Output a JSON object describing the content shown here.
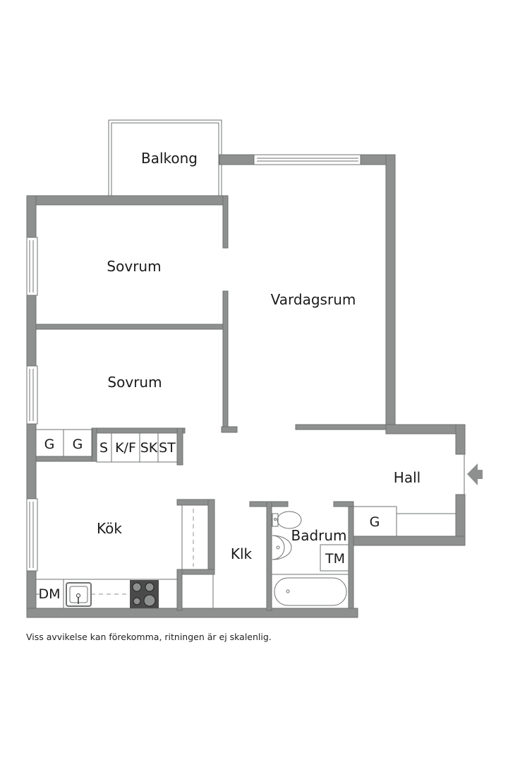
{
  "plan": {
    "rooms": {
      "balkong": "Balkong",
      "sovrum_1": "Sovrum",
      "vardagsrum": "Vardagsrum",
      "sovrum_2": "Sovrum",
      "kok": "Kök",
      "klk": "Klk",
      "badrum": "Badrum",
      "hall": "Hall"
    },
    "fixtures": {
      "garderob_1": "G",
      "garderob_2": "G",
      "garderob_hall": "G",
      "s": "S",
      "kf": "K/F",
      "sk": "SK",
      "st": "ST",
      "dm": "DM",
      "tm": "TM"
    },
    "entrance_icon": "entrance-arrow-icon",
    "colors": {
      "wall": "#8e9090",
      "outline": "#6f7171",
      "text": "#1a1a1a"
    }
  },
  "disclaimer": "Viss avvikelse kan förekomma, ritningen är ej skalenlig."
}
